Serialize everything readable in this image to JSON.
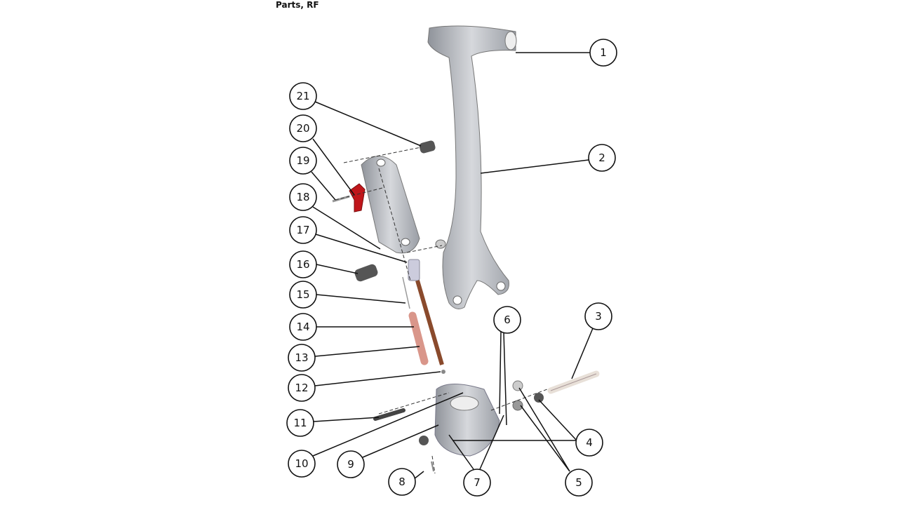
{
  "title": "Parts, RF",
  "callouts": [
    "1",
    "2",
    "3",
    "4",
    "5",
    "6",
    "7",
    "8",
    "9",
    "10",
    "11",
    "12",
    "13",
    "14",
    "15",
    "16",
    "17",
    "18",
    "19",
    "20",
    "21"
  ],
  "colors": {
    "part_gray": "#b9bcc2",
    "part_red": "#c0161b",
    "part_copper": "#8a4a2c",
    "part_pink": "#d9968a"
  }
}
